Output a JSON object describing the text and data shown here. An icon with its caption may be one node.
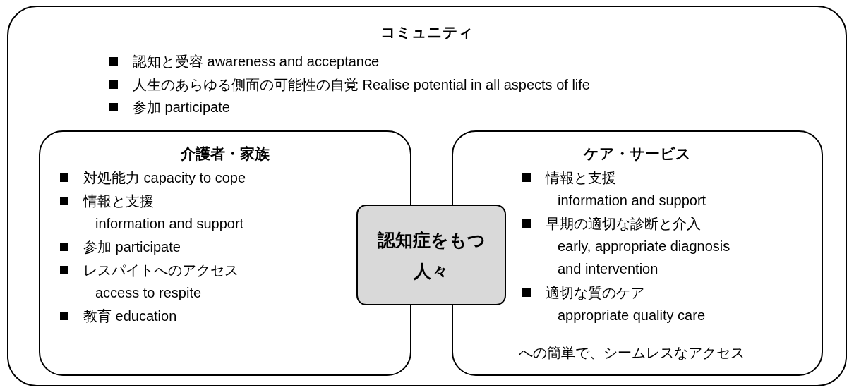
{
  "diagram": {
    "nodes": [
      {
        "text": [
          "コミュニティ",
          "認知と受容 awareness and acceptance",
          "人生のあらゆる側面の可能性の自覚 Realise potential in all aspects of life",
          "参加 participate"
        ]
      },
      {
        "text": [
          "介護者・家族",
          "対処能力 capacity to cope",
          "情報と支援 information and support",
          "参加 participate",
          "レスパイトへのアクセス access to respite",
          "教育 education"
        ],
        "in": 0
      },
      {
        "text": [
          "ケア・サービス",
          "情報と支援 information and support",
          "早期の適切な診断と介入 early, appropriate diagnosis and intervention",
          "適切な質のケア appropriate quality care",
          "への簡単で、シームレスなアクセス"
        ],
        "in": 0
      },
      {
        "text": [
          "認知症をもつ人々"
        ],
        "in": 0
      }
    ]
  }
}
